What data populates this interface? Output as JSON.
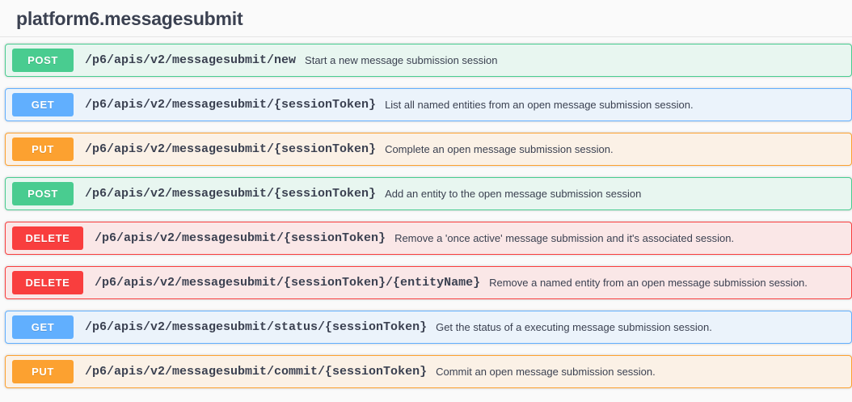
{
  "tag": {
    "name": "platform6.messagesubmit"
  },
  "operations": [
    {
      "method": "POST",
      "method_key": "post",
      "path": "/p6/apis/v2/messagesubmit/new",
      "description": "Start a new message submission session"
    },
    {
      "method": "GET",
      "method_key": "get",
      "path": "/p6/apis/v2/messagesubmit/{sessionToken}",
      "description": "List all named entities from an open message submission session."
    },
    {
      "method": "PUT",
      "method_key": "put",
      "path": "/p6/apis/v2/messagesubmit/{sessionToken}",
      "description": "Complete an open message submission session."
    },
    {
      "method": "POST",
      "method_key": "post",
      "path": "/p6/apis/v2/messagesubmit/{sessionToken}",
      "description": "Add an entity to the open message submission session"
    },
    {
      "method": "DELETE",
      "method_key": "delete",
      "path": "/p6/apis/v2/messagesubmit/{sessionToken}",
      "description": "Remove a 'once active' message submission and it's associated session."
    },
    {
      "method": "DELETE",
      "method_key": "delete",
      "path": "/p6/apis/v2/messagesubmit/{sessionToken}/{entityName}",
      "description": "Remove a named entity from an open message submission session."
    },
    {
      "method": "GET",
      "method_key": "get",
      "path": "/p6/apis/v2/messagesubmit/status/{sessionToken}",
      "description": "Get the status of a executing message submission session."
    },
    {
      "method": "PUT",
      "method_key": "put",
      "path": "/p6/apis/v2/messagesubmit/commit/{sessionToken}",
      "description": "Commit an open message submission session."
    }
  ],
  "colors": {
    "post": "#49cc90",
    "get": "#61affe",
    "put": "#fca130",
    "delete": "#f93e3e",
    "text": "#3b4151",
    "page_background": "#fafafa"
  }
}
